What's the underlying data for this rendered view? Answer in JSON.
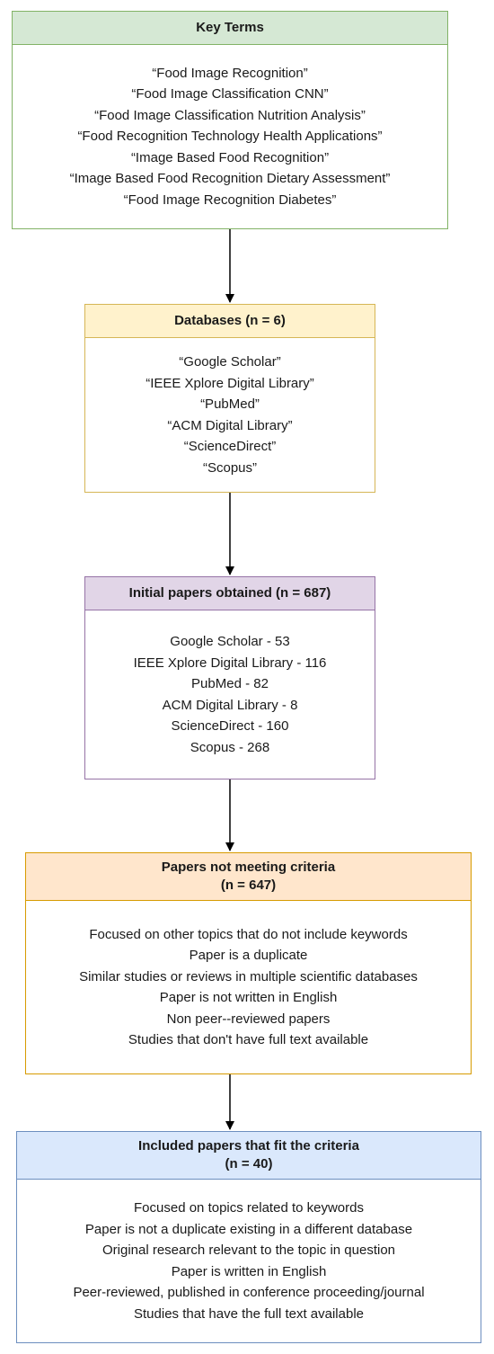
{
  "key_terms": {
    "title": "Key Terms",
    "items": [
      "“Food Image Recognition”",
      "“Food Image Classification CNN”",
      "“Food Image Classification Nutrition Analysis”",
      "“Food Recognition Technology Health Applications”",
      "“Image Based Food Recognition”",
      "“Image Based Food Recognition Dietary Assessment”",
      "“Food Image Recognition Diabetes”"
    ]
  },
  "databases": {
    "title": "Databases (n = 6)",
    "items": [
      "“Google Scholar”",
      "“IEEE Xplore Digital Library”",
      "“PubMed”",
      "“ACM Digital Library”",
      "“ScienceDirect”",
      "“Scopus”"
    ]
  },
  "initial_papers": {
    "title": "Initial papers obtained (n = 687)",
    "items": [
      "Google Scholar - 53",
      "IEEE Xplore Digital Library - 116",
      "PubMed - 82",
      "ACM Digital Library - 8",
      "ScienceDirect - 160",
      "Scopus - 268"
    ]
  },
  "excluded_papers": {
    "title": "Papers not meeting criteria",
    "count": "(n = 647)",
    "items": [
      "Focused on other topics that do not include keywords",
      "Paper is a duplicate",
      "Similar studies or reviews in multiple scientific databases",
      "Paper is not written in English",
      "Non peer--reviewed papers",
      "Studies that don't have full text available"
    ]
  },
  "included_papers": {
    "title": "Included papers that fit the criteria",
    "count": "(n = 40)",
    "items": [
      "Focused on topics related to keywords",
      "Paper is not a duplicate existing in a different database",
      "Original research relevant to the topic in question",
      "Paper is written in English",
      "Peer-reviewed, published in conference proceeding/journal",
      "Studies that have the full text available"
    ]
  },
  "colors": {
    "green_fill": "#d5e8d4",
    "green_stroke": "#82b366",
    "yellow_fill": "#fff2cc",
    "yellow_stroke": "#d6b656",
    "purple_fill": "#e1d5e7",
    "purple_stroke": "#9673a6",
    "orange_fill": "#ffe6cc",
    "orange_stroke": "#d79b00",
    "blue_fill": "#dae8fc",
    "blue_stroke": "#6c8ebf"
  }
}
